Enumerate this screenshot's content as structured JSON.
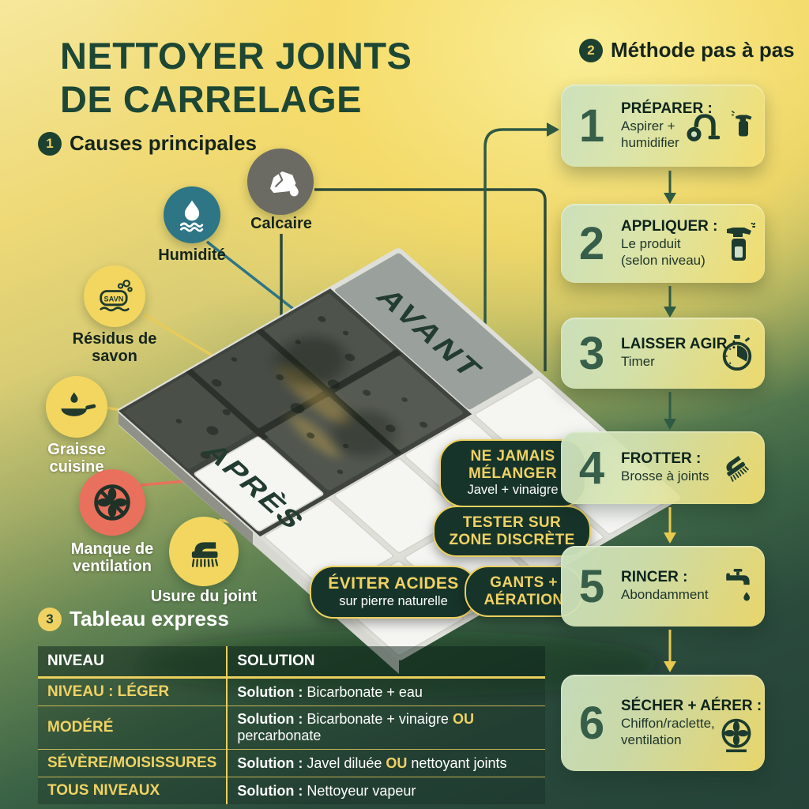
{
  "title": {
    "line1": "NETTOYER JOINTS",
    "line2": "DE CARRELAGE"
  },
  "sections": {
    "causes": {
      "num": "1",
      "label": "Causes principales"
    },
    "method": {
      "num": "2",
      "label": "Méthode pas à pas"
    },
    "table": {
      "num": "3",
      "label": "Tableau express"
    }
  },
  "causes": [
    {
      "label": "Humidité",
      "icon": "water-drop-waves",
      "color": "#2e7585"
    },
    {
      "label": "Calcaire",
      "icon": "limestone-rock",
      "color": "#6b6b63"
    },
    {
      "label": "Résidus de savon",
      "icon": "soap-bar",
      "soap_text": "SAVN",
      "color": "#f3d660"
    },
    {
      "label": "Graisse cuisine",
      "icon": "frying-pan-drop",
      "color": "#f3d660"
    },
    {
      "label": "Manque de ventilation",
      "icon": "no-ventilation-fan",
      "color": "#e9705c"
    },
    {
      "label": "Usure du joint",
      "icon": "scrub-brush",
      "color": "#f3d660"
    }
  ],
  "tiles": {
    "before_label": "AVANT",
    "after_label": "APRÈS"
  },
  "warnings": {
    "never_mix": {
      "bold1": "NE JAMAIS",
      "bold2": "MÉLANGER",
      "regular": "Javel + vinaigre"
    },
    "test_zone": {
      "bold1": "TESTER SUR",
      "bold2": "ZONE DISCRÈTE"
    },
    "avoid_acids": {
      "bold1": "ÉVITER ACIDES",
      "regular": "sur pierre naturelle"
    },
    "gloves": {
      "bold1": "GANTS +",
      "bold2": "AÉRATION"
    }
  },
  "steps": [
    {
      "num": "1",
      "title": "PRÉPARER :",
      "desc": "Aspirer + humidifier",
      "icon": "vacuum-and-spray"
    },
    {
      "num": "2",
      "title": "APPLIQUER :",
      "desc": "Le produit (selon niveau)",
      "icon": "spray-bottle"
    },
    {
      "num": "3",
      "title": "LAISSER AGIR :",
      "desc": "Timer",
      "icon": "stopwatch"
    },
    {
      "num": "4",
      "title": "FROTTER :",
      "desc": "Brosse à joints",
      "icon": "joint-brush"
    },
    {
      "num": "5",
      "title": "RINCER :",
      "desc": "Abondamment",
      "icon": "faucet-drop"
    },
    {
      "num": "6",
      "title": "SÉCHER + AÉRER :",
      "desc": "Chiffon/raclette, ventilation",
      "icon": "fan"
    }
  ],
  "table": {
    "headers": [
      "NIVEAU",
      "SOLUTION"
    ],
    "rows": [
      {
        "level": "NIVEAU : LÉGER",
        "solution": [
          {
            "t": "Solution :",
            "b": true
          },
          {
            "t": " Bicarbonate + eau"
          }
        ]
      },
      {
        "level": "MODÉRÉ",
        "solution": [
          {
            "t": "Solution :",
            "b": true
          },
          {
            "t": " Bicarbonate + vinaigre "
          },
          {
            "t": "OU",
            "b": true,
            "y": true
          },
          {
            "t": " percarbonate"
          }
        ]
      },
      {
        "level": "SÉVÈRE/MOISISSURES",
        "solution": [
          {
            "t": "Solution :",
            "b": true
          },
          {
            "t": " Javel diluée "
          },
          {
            "t": "OU",
            "b": true,
            "y": true
          },
          {
            "t": " nettoyant joints"
          }
        ]
      },
      {
        "level": "TOUS NIVEAUX",
        "solution": [
          {
            "t": "Solution :",
            "b": true
          },
          {
            "t": " Nettoyeur vapeur"
          }
        ]
      }
    ]
  },
  "colors": {
    "accent_yellow": "#f0d263",
    "deep_green": "#1d4131",
    "title_green": "#1d4734",
    "teal": "#2e7585",
    "red": "#e9705c",
    "gray": "#6b6b63",
    "card_gradient_from": "#cae0be",
    "card_gradient_to": "#f4de6e",
    "arrow_green": "#2f5a44",
    "arrow_yellow": "#e8c94f"
  }
}
